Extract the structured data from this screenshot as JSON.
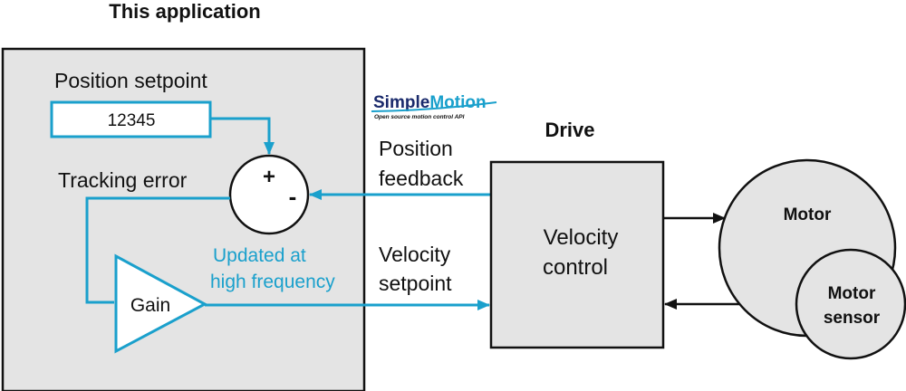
{
  "application": {
    "title": "This application",
    "position_setpoint_label": "Position setpoint",
    "setpoint_value": "12345",
    "tracking_error_label": "Tracking error",
    "plus_sign": "+",
    "minus_sign": "-",
    "gain_label": "Gain",
    "update_note_line1": "Updated at",
    "update_note_line2": "high frequency"
  },
  "logo": {
    "name_part1": "Simple",
    "name_part2": "Motion",
    "tagline": "Open source motion control API"
  },
  "signals": {
    "feedback_line1": "Position",
    "feedback_line2": "feedback",
    "setpoint_line1": "Velocity",
    "setpoint_line2": "setpoint"
  },
  "drive": {
    "title": "Drive",
    "block_line1": "Velocity",
    "block_line2": "control"
  },
  "motor": {
    "label": "Motor",
    "sensor_line1": "Motor",
    "sensor_line2": "sensor"
  },
  "colors": {
    "signal": "#1aa0cc",
    "box_fill": "#e4e4e4",
    "outline": "#111111",
    "logo_text": "#1a2a6c",
    "logo_swoosh": "#1aa0cc"
  }
}
